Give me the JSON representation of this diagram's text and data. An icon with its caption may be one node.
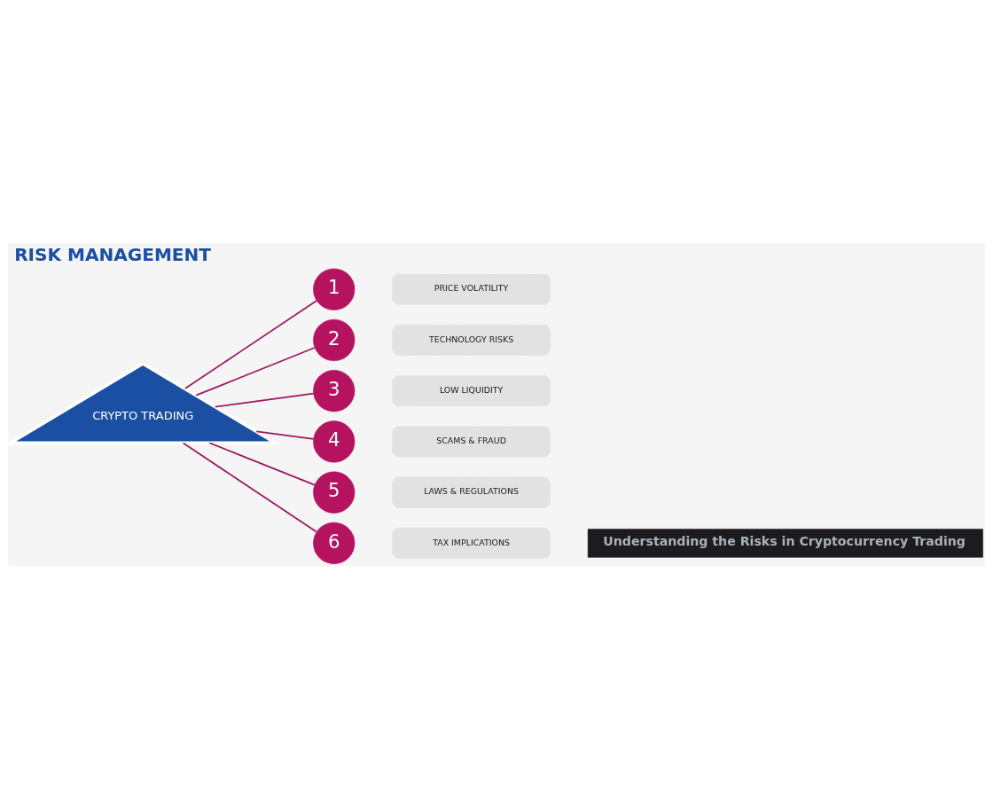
{
  "diagram": {
    "title": "RISK MANAGEMENT",
    "caption": "Understanding the Risks in Cryptocurrency Trading",
    "nodes": [
      {
        "text": [
          "CRYPTO TRADING"
        ]
      },
      {
        "text": [
          "1"
        ]
      },
      {
        "text": [
          "PRICE VOLATILITY"
        ]
      },
      {
        "text": [
          "2"
        ]
      },
      {
        "text": [
          "TECHNOLOGY RISKS"
        ]
      },
      {
        "text": [
          "3"
        ]
      },
      {
        "text": [
          "LOW LIQUIDITY"
        ]
      },
      {
        "text": [
          "4"
        ]
      },
      {
        "text": [
          "SCAMS & FRAUD"
        ]
      },
      {
        "text": [
          "5"
        ]
      },
      {
        "text": [
          "LAWS & REGULATIONS"
        ]
      },
      {
        "text": [
          "6"
        ]
      },
      {
        "text": [
          "TAX IMPLICATIONS"
        ]
      }
    ],
    "edges": [
      {
        "from": 0,
        "to": 1,
        "arrow": "none"
      },
      {
        "from": 0,
        "to": 3,
        "arrow": "none"
      },
      {
        "from": 0,
        "to": 5,
        "arrow": "none"
      },
      {
        "from": 0,
        "to": 7,
        "arrow": "none"
      },
      {
        "from": 0,
        "to": 9,
        "arrow": "none"
      },
      {
        "from": 0,
        "to": 11,
        "arrow": "none"
      }
    ]
  }
}
